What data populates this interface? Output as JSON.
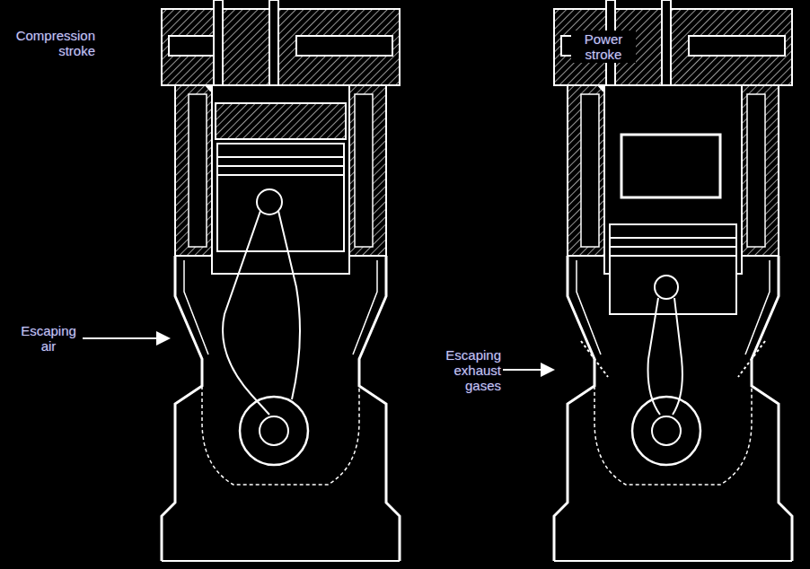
{
  "diagram": {
    "labels": [
      "Compression stroke",
      "Power stroke",
      "Escaping air",
      "Escaping exhaust gases"
    ]
  }
}
